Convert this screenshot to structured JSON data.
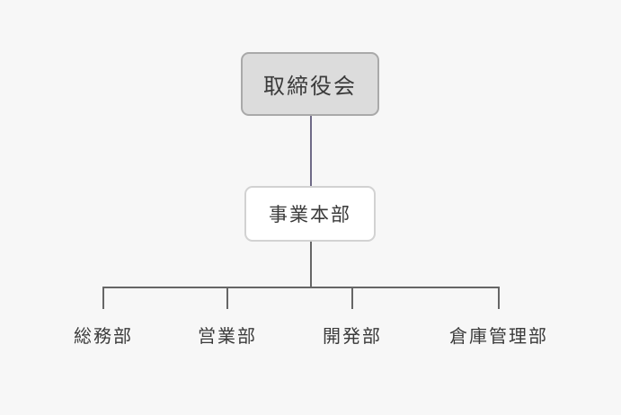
{
  "org_chart": {
    "top": {
      "label": "取締役会"
    },
    "middle": {
      "label": "事業本部"
    },
    "departments": [
      {
        "label": "総務部"
      },
      {
        "label": "営業部"
      },
      {
        "label": "開発部"
      },
      {
        "label": "倉庫管理部"
      }
    ]
  },
  "colors": {
    "background": "#f7f7f7",
    "board_fill": "#dcdcdc",
    "board_border": "#a9a9a9",
    "hq_fill": "#ffffff",
    "hq_border": "#d2d2d2",
    "top_connector": "#6f6a87",
    "tree_connector": "#666666",
    "text": "#3a3a3a"
  }
}
